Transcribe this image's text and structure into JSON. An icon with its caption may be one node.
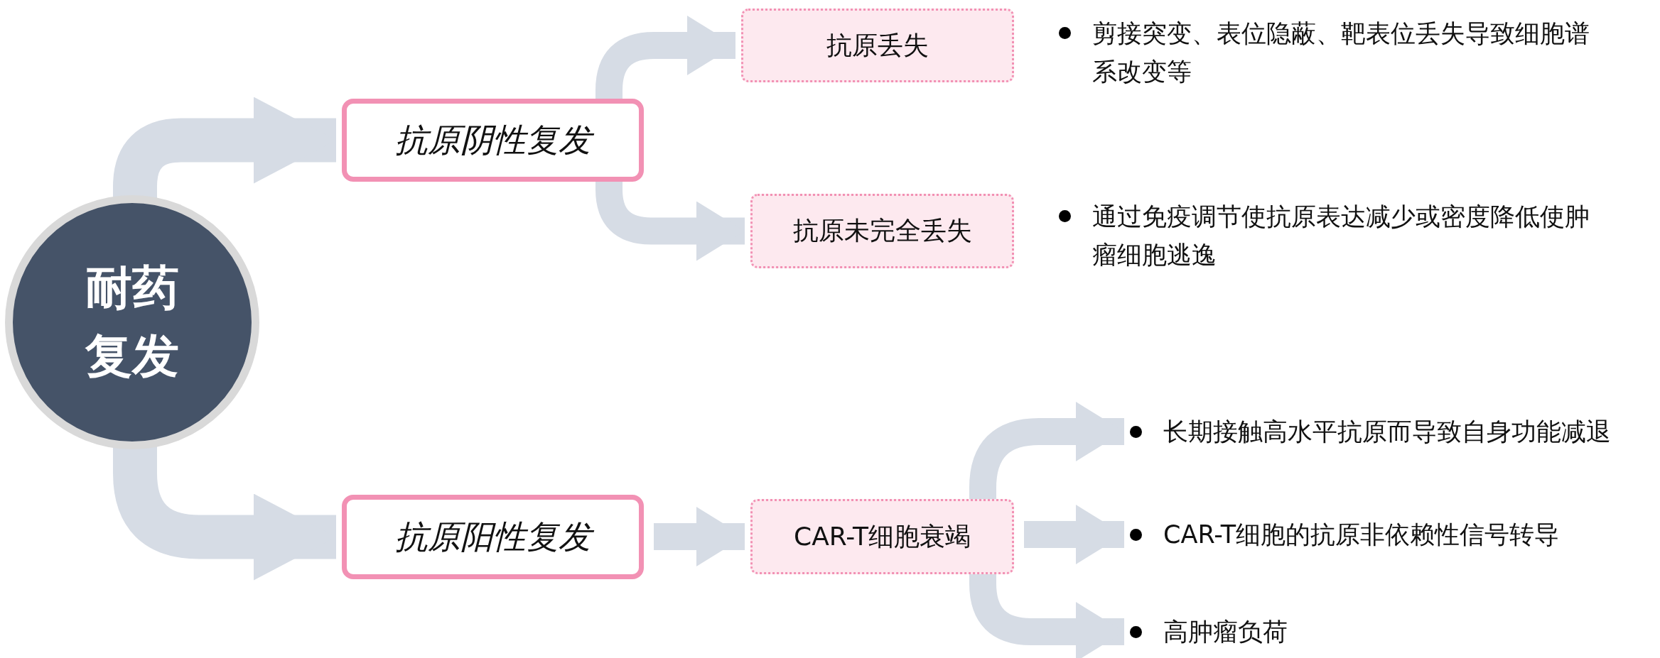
{
  "diagram": {
    "nodes": [
      {
        "text": [
          "耐药复发"
        ]
      },
      {
        "text": [
          "抗原阴性复发"
        ]
      },
      {
        "text": [
          "抗原阳性复发"
        ]
      },
      {
        "text": [
          "抗原丢失"
        ],
        "beside": [
          "剪接突变、表位隐蔽、靶表位丢失导致细胞谱系改变等"
        ]
      },
      {
        "text": [
          "抗原未完全丢失"
        ],
        "beside": [
          "通过免疫调节使抗原表达减少或密度降低使肿瘤细胞逃逸"
        ]
      },
      {
        "text": [
          "CAR-T细胞衰竭"
        ]
      },
      {
        "text": [
          "长期接触高水平抗原而导致自身功能减退"
        ]
      },
      {
        "text": [
          "CAR-T细胞的抗原非依赖性信号转导"
        ]
      },
      {
        "text": [
          "高肿瘤负荷"
        ]
      }
    ],
    "edges": [
      {
        "from": 0,
        "to": 1,
        "arrow": "to"
      },
      {
        "from": 0,
        "to": 2,
        "arrow": "to"
      },
      {
        "from": 1,
        "to": 3,
        "arrow": "to"
      },
      {
        "from": 1,
        "to": 4,
        "arrow": "to"
      },
      {
        "from": 2,
        "to": 5,
        "arrow": "to"
      },
      {
        "from": 5,
        "to": 6,
        "arrow": "to"
      },
      {
        "from": 5,
        "to": 7,
        "arrow": "to"
      },
      {
        "from": 5,
        "to": 8,
        "arrow": "to"
      }
    ]
  }
}
